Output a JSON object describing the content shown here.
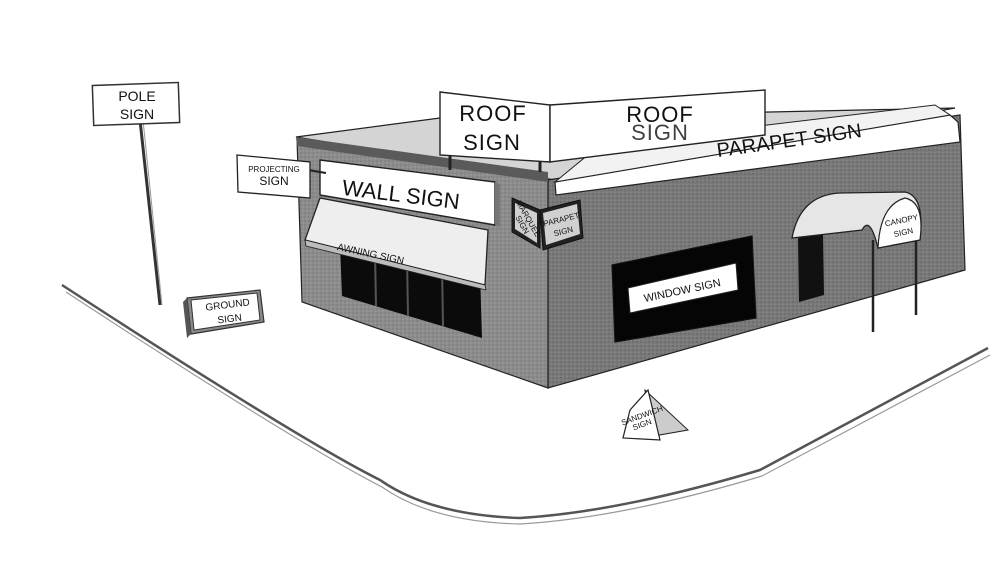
{
  "signs": {
    "pole": [
      "POLE",
      "SIGN"
    ],
    "projecting": [
      "PROJECTING",
      "SIGN"
    ],
    "ground": [
      "GROUND",
      "SIGN"
    ],
    "wall": "WALL SIGN",
    "awning": "AWNING SIGN",
    "roof_left": [
      "ROOF",
      "SIGN"
    ],
    "roof_right": [
      "ROOF",
      "SIGN"
    ],
    "parapet": "PARAPET SIGN",
    "marquee": [
      "MARQUEE",
      "SIGN"
    ],
    "corner_parapet": [
      "PARAPET",
      "SIGN"
    ],
    "window": "WINDOW SIGN",
    "canopy": [
      "CANOPY",
      "SIGN"
    ],
    "aframe": [
      "SANDWICH",
      "SIGN"
    ]
  },
  "colors": {
    "building": "#8a8a8a",
    "building_dark": "#6f6f6f",
    "roof": "#d9d9d9",
    "sign_face": "#ffffff",
    "outline": "#111111",
    "window": "#0a0a0a",
    "curb": "#555555"
  }
}
